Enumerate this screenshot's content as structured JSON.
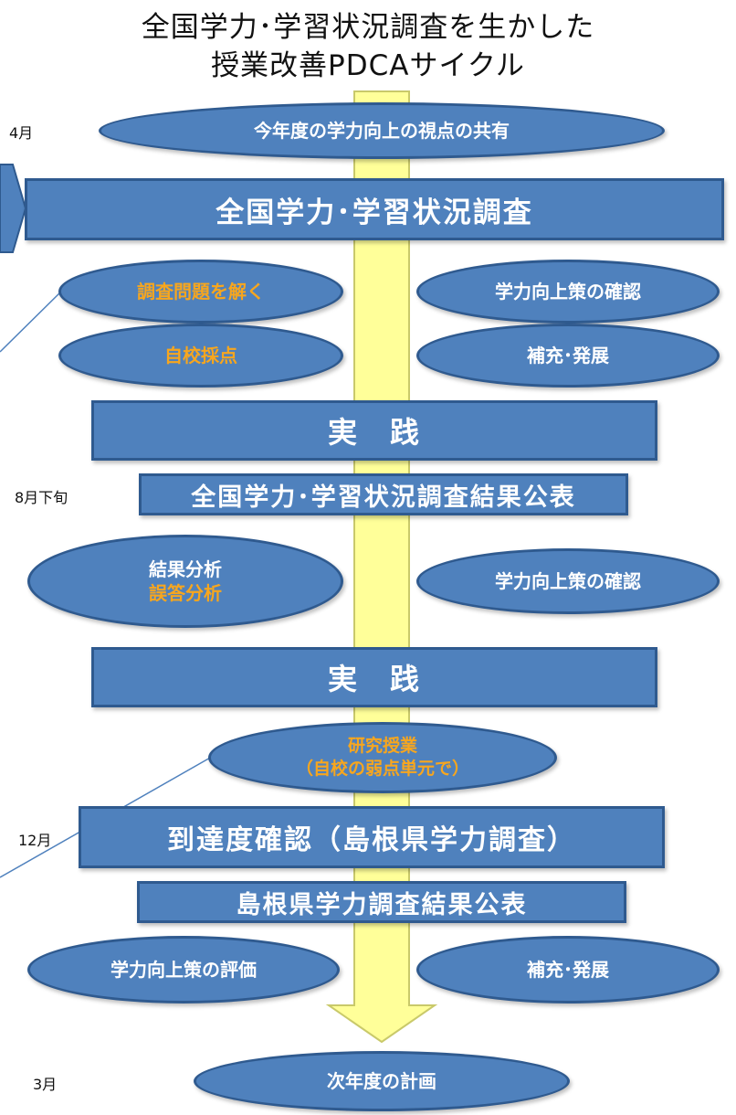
{
  "title": {
    "line1": "全国学力･学習状況調査を生かした",
    "line2": "授業改善PDCAサイクル"
  },
  "months": {
    "april": "4月",
    "late_august": "8月下旬",
    "december": "12月",
    "march": "3月"
  },
  "nodes": {
    "share_viewpoint": "今年度の学力向上の視点の共有",
    "national_survey": "全国学力･学習状況調査",
    "solve_questions": "調査問題を解く",
    "confirm_measures_1": "学力向上策の確認",
    "self_scoring": "自校採点",
    "supplement_1": "補充･発展",
    "practice_1": "実　践",
    "national_results": "全国学力･学習状況調査結果公表",
    "result_analysis": "結果分析",
    "error_analysis": "誤答分析",
    "confirm_measures_2": "学力向上策の確認",
    "practice_2": "実　践",
    "research_lesson": "研究授業",
    "research_lesson_sub": "（自校の弱点単元で）",
    "achievement_check": "到達度確認（島根県学力調査）",
    "shimane_results": "島根県学力調査結果公表",
    "evaluate_measures": "学力向上策の評価",
    "supplement_2": "補充･発展",
    "next_year_plan": "次年度の計画"
  },
  "colors": {
    "shape_fill": "#4f81bd",
    "shape_border": "#2f5a8f",
    "arrow_fill": "#ffff99",
    "arrow_border": "#c9c96a",
    "highlight_text": "#f7a61e"
  }
}
